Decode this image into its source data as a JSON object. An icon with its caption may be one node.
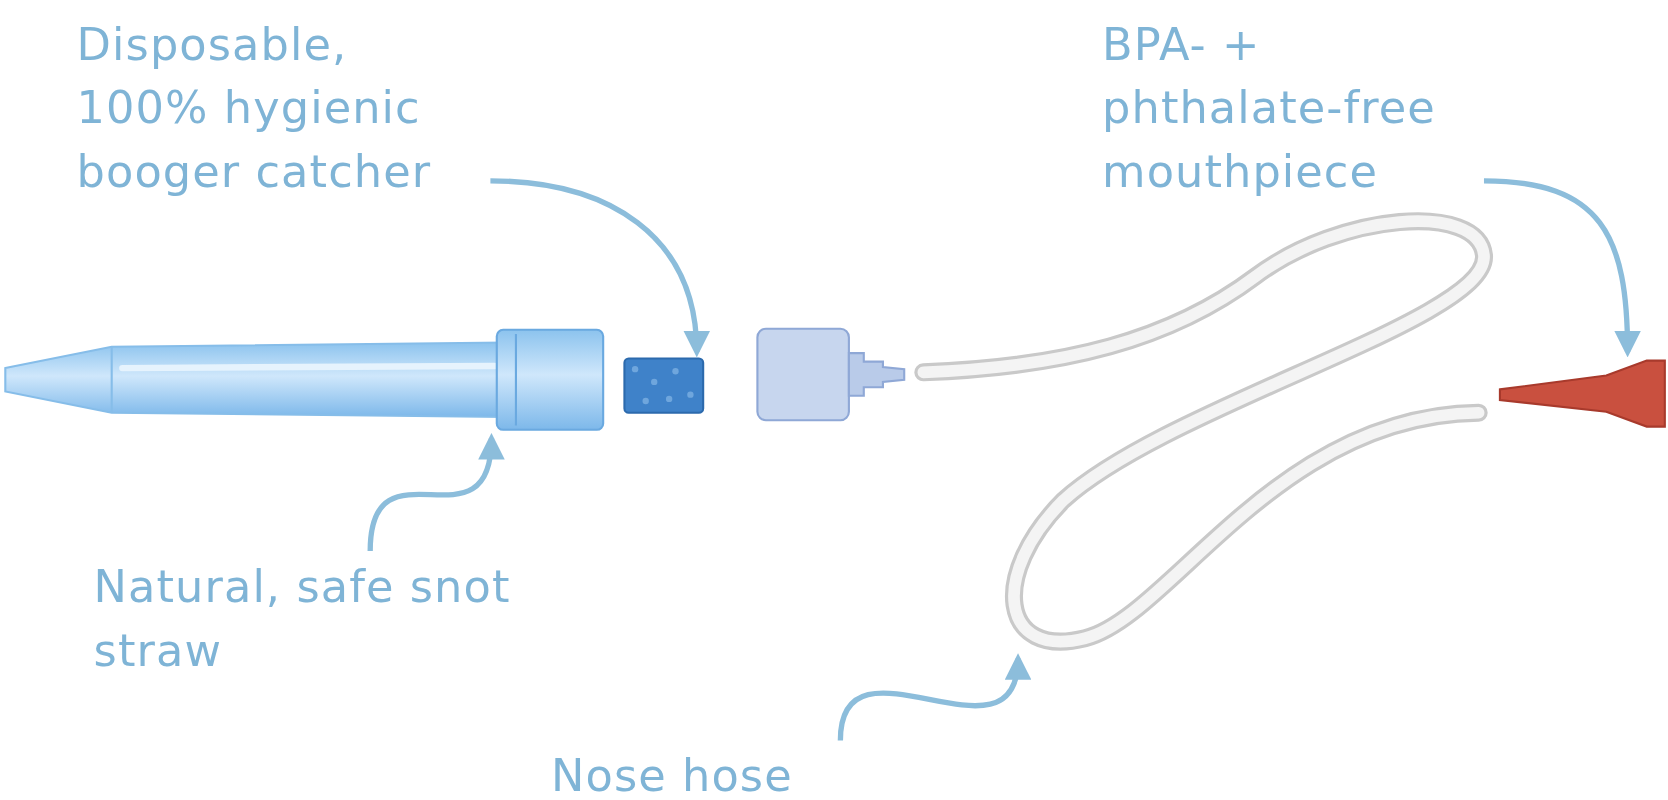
{
  "diagram": {
    "nodes": [
      {
        "text": [
          "Disposable, 100% hygienic booger catcher"
        ]
      },
      {
        "text": [
          "BPA- + phthalate-free mouthpiece"
        ]
      },
      {
        "text": [
          "Natural, safe snot straw"
        ]
      },
      {
        "text": [
          "Nose hose"
        ]
      },
      {
        "text": [],
        "shape": "picture"
      },
      {
        "text": [],
        "shape": "picture"
      },
      {
        "text": [],
        "shape": "picture"
      },
      {
        "text": [],
        "shape": "picture"
      }
    ],
    "edges": [
      {
        "from": 0,
        "to": 5,
        "arrow": "to"
      },
      {
        "from": 1,
        "to": 7,
        "arrow": "to"
      },
      {
        "from": 2,
        "to": 4,
        "arrow": "to"
      },
      {
        "from": 3,
        "to": 6,
        "arrow": "to"
      }
    ]
  }
}
